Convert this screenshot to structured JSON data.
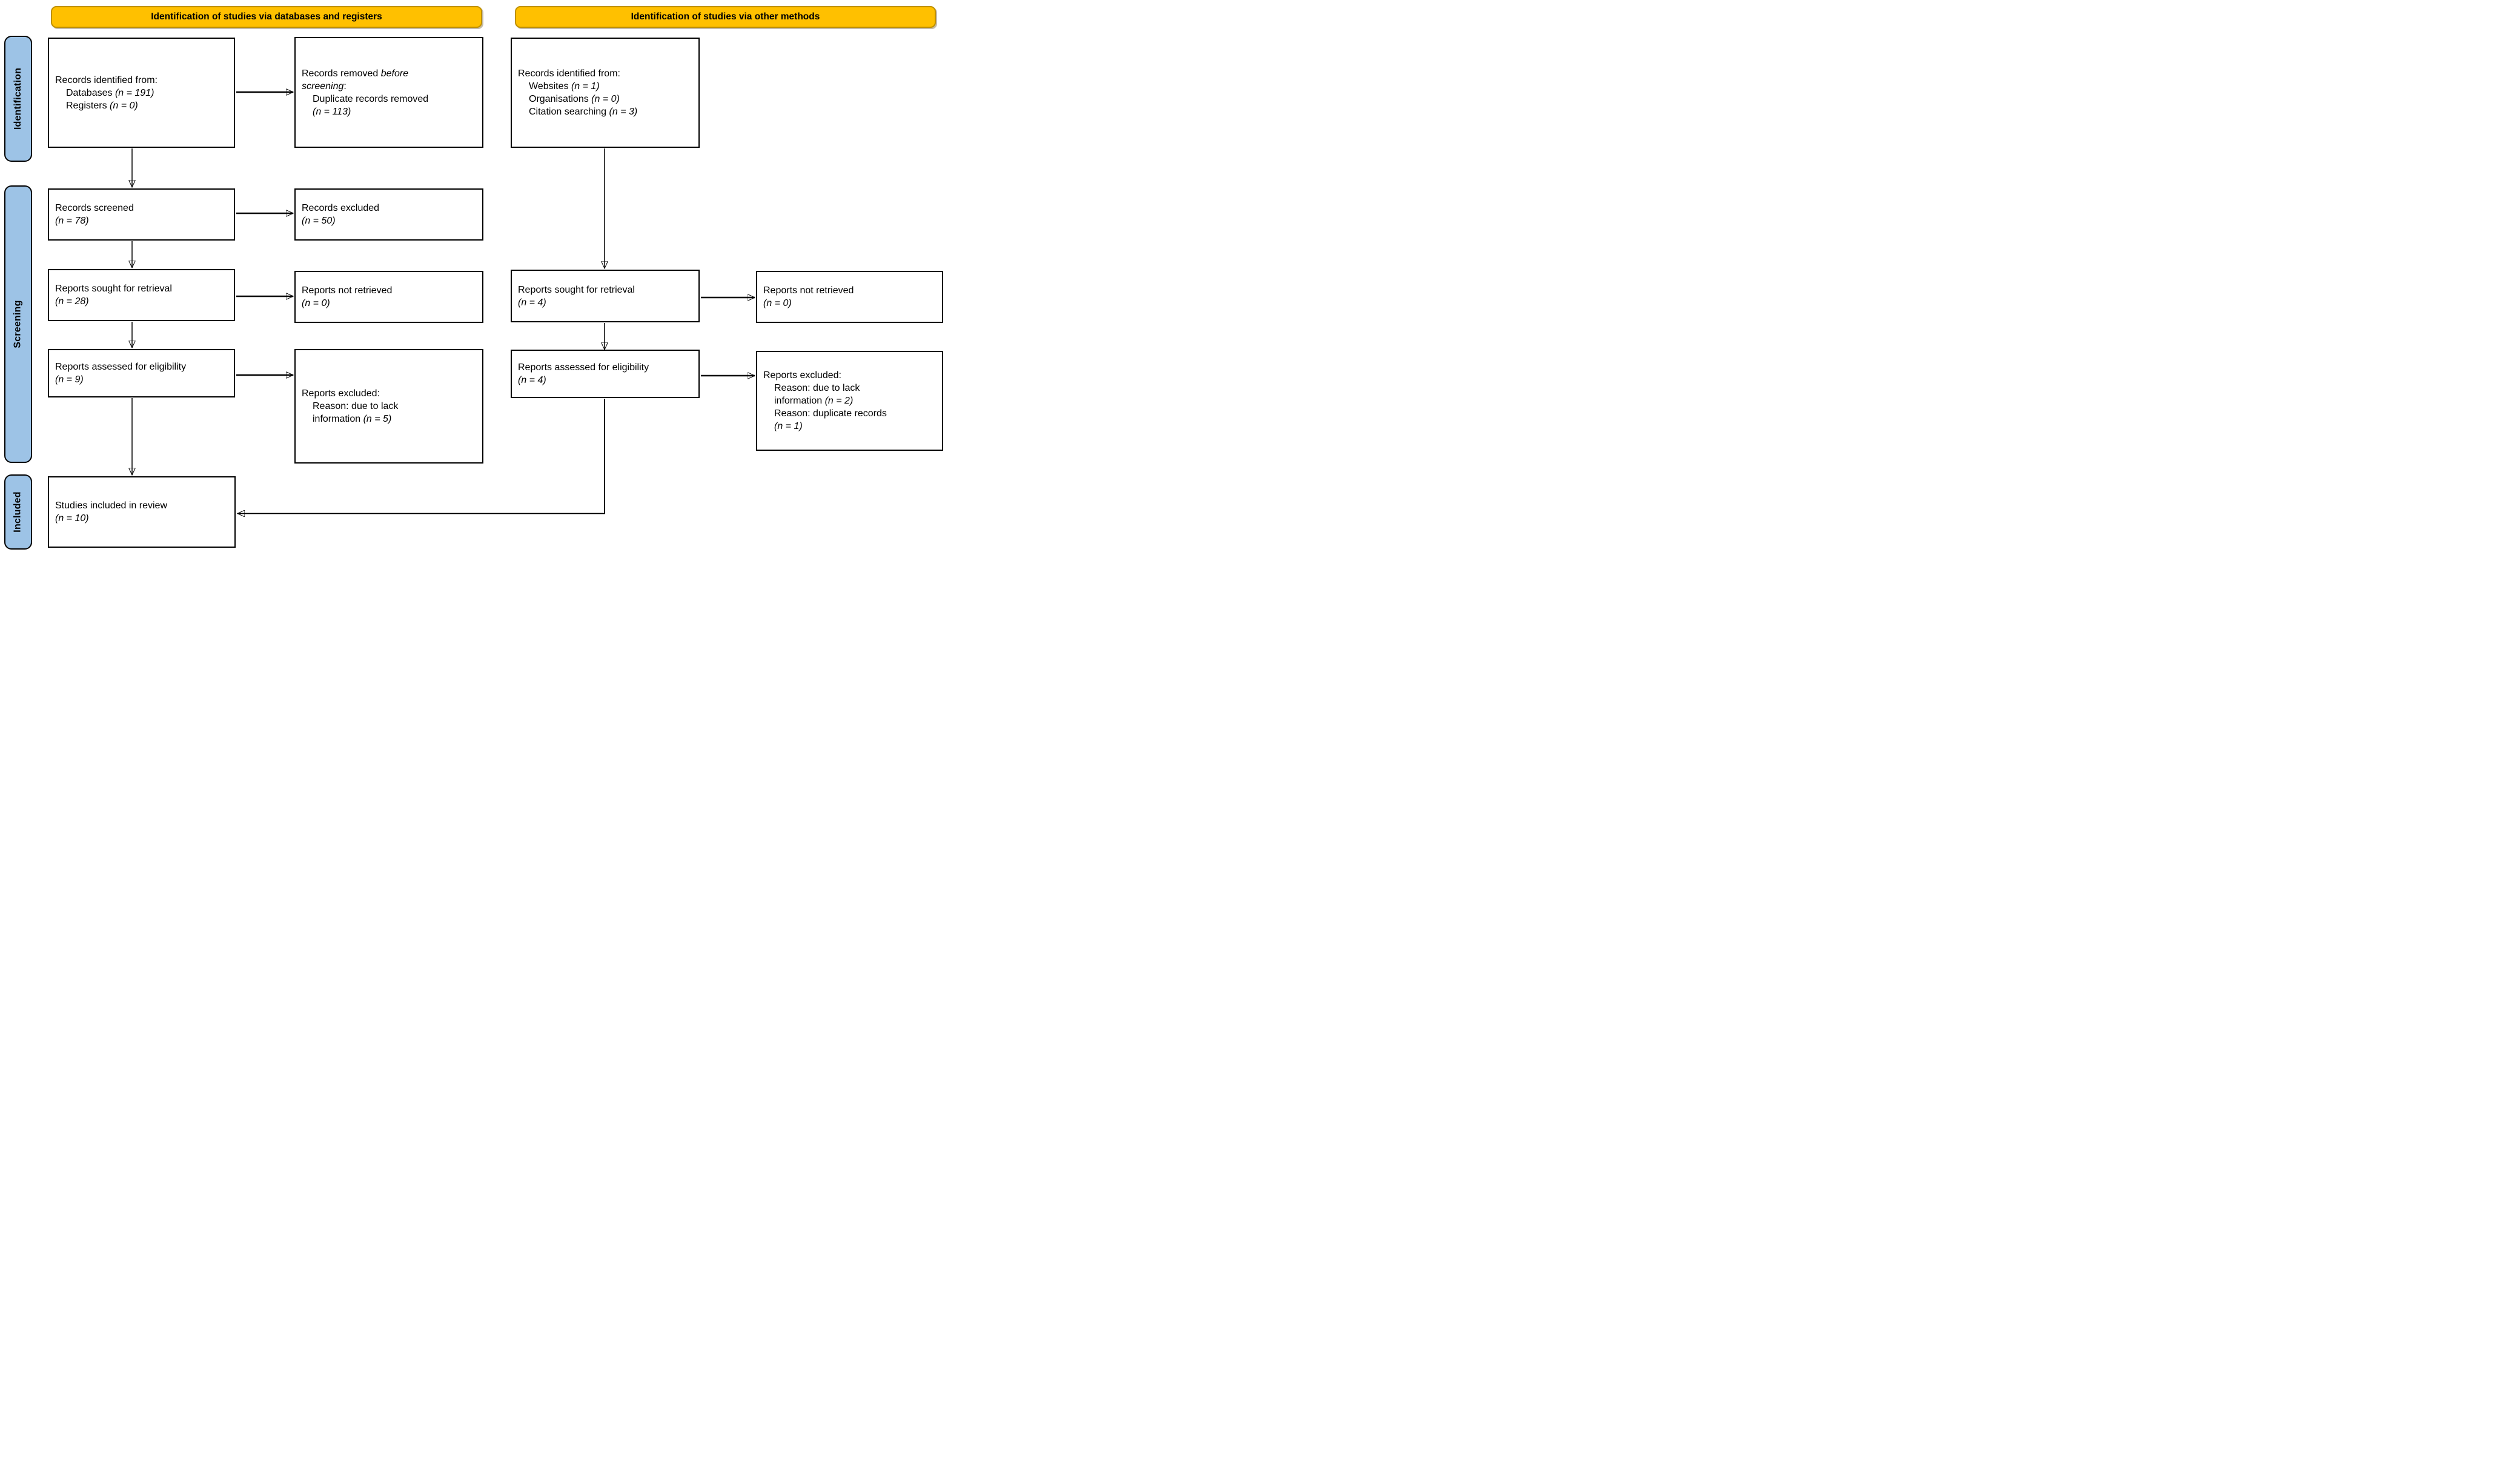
{
  "banners": {
    "left": "Identification of studies via databases and registers",
    "right": "Identification of studies via other methods"
  },
  "stages": [
    {
      "id": "identification",
      "label": "Identification"
    },
    {
      "id": "screening",
      "label": "Screening"
    },
    {
      "id": "included",
      "label": "Included"
    }
  ],
  "colors": {
    "banner_fill": "#FFC000",
    "banner_border": "#BF9000",
    "stage_fill": "#9DC3E6",
    "stage_border": "#000000",
    "box_border": "#000000",
    "arrow": "#000000",
    "text": "#000000",
    "background": "#ffffff"
  },
  "boxes": [
    {
      "id": "records-identified-db",
      "lines": [
        {
          "segs": [
            {
              "t": "Records identified from:"
            }
          ]
        },
        {
          "indent": true,
          "segs": [
            {
              "t": "Databases "
            },
            {
              "t": "(n = 191)",
              "i": true
            }
          ]
        },
        {
          "indent": true,
          "segs": [
            {
              "t": "Registers "
            },
            {
              "t": "(n = 0)",
              "i": true
            }
          ]
        }
      ]
    },
    {
      "id": "records-removed",
      "lines": [
        {
          "segs": [
            {
              "t": "Records removed "
            },
            {
              "t": "before",
              "i": true
            }
          ]
        },
        {
          "segs": [
            {
              "t": "screening",
              "i": true
            },
            {
              "t": ":"
            }
          ]
        },
        {
          "indent": true,
          "segs": [
            {
              "t": "Duplicate records removed"
            }
          ]
        },
        {
          "indent": true,
          "segs": [
            {
              "t": "(n = 113)",
              "i": true
            }
          ]
        }
      ]
    },
    {
      "id": "records-identified-other",
      "lines": [
        {
          "segs": [
            {
              "t": "Records identified from:"
            }
          ]
        },
        {
          "indent": true,
          "segs": [
            {
              "t": "Websites "
            },
            {
              "t": "(n = 1)",
              "i": true
            }
          ]
        },
        {
          "indent": true,
          "segs": [
            {
              "t": "Organisations "
            },
            {
              "t": "(n = 0)",
              "i": true
            }
          ]
        },
        {
          "indent": true,
          "segs": [
            {
              "t": "Citation searching "
            },
            {
              "t": "(n = 3)",
              "i": true
            }
          ]
        }
      ]
    },
    {
      "id": "records-screened",
      "lines": [
        {
          "segs": [
            {
              "t": "Records screened"
            }
          ]
        },
        {
          "segs": [
            {
              "t": "(n = 78)",
              "i": true
            }
          ]
        }
      ]
    },
    {
      "id": "records-excluded",
      "lines": [
        {
          "segs": [
            {
              "t": "Records excluded"
            }
          ]
        },
        {
          "segs": [
            {
              "t": "(n = 50)",
              "i": true
            }
          ]
        }
      ]
    },
    {
      "id": "reports-sought-db",
      "lines": [
        {
          "segs": [
            {
              "t": "Reports sought for retrieval"
            }
          ]
        },
        {
          "segs": [
            {
              "t": "(n = 28)",
              "i": true
            }
          ]
        }
      ]
    },
    {
      "id": "reports-not-retrieved-db",
      "lines": [
        {
          "segs": [
            {
              "t": "Reports not retrieved"
            }
          ]
        },
        {
          "segs": [
            {
              "t": "(n = 0)",
              "i": true
            }
          ]
        }
      ]
    },
    {
      "id": "reports-sought-other",
      "lines": [
        {
          "segs": [
            {
              "t": "Reports sought for retrieval"
            }
          ]
        },
        {
          "segs": [
            {
              "t": "(n = 4)",
              "i": true
            }
          ]
        }
      ]
    },
    {
      "id": "reports-not-retrieved-other",
      "lines": [
        {
          "segs": [
            {
              "t": "Reports not retrieved"
            }
          ]
        },
        {
          "segs": [
            {
              "t": "(n = 0)",
              "i": true
            }
          ]
        }
      ]
    },
    {
      "id": "reports-assessed-db",
      "lines": [
        {
          "segs": [
            {
              "t": "Reports assessed for eligibility"
            }
          ]
        },
        {
          "segs": [
            {
              "t": "(n = 9)",
              "i": true
            }
          ]
        }
      ]
    },
    {
      "id": "reports-excluded-db",
      "lines": [
        {
          "segs": [
            {
              "t": "Reports excluded:"
            }
          ]
        },
        {
          "indent": true,
          "segs": [
            {
              "t": "Reason: due to lack"
            }
          ]
        },
        {
          "indent": true,
          "segs": [
            {
              "t": "information "
            },
            {
              "t": "(n = 5)",
              "i": true
            }
          ]
        }
      ]
    },
    {
      "id": "reports-assessed-other",
      "lines": [
        {
          "segs": [
            {
              "t": "Reports assessed for eligibility"
            }
          ]
        },
        {
          "segs": [
            {
              "t": "(n = 4)",
              "i": true
            }
          ]
        }
      ]
    },
    {
      "id": "reports-excluded-other",
      "lines": [
        {
          "segs": [
            {
              "t": "Reports excluded:"
            }
          ]
        },
        {
          "indent": true,
          "segs": [
            {
              "t": "Reason: due to lack"
            }
          ]
        },
        {
          "indent": true,
          "segs": [
            {
              "t": "information "
            },
            {
              "t": "(n = 2)",
              "i": true
            }
          ]
        },
        {
          "indent": true,
          "segs": [
            {
              "t": "Reason: duplicate records"
            }
          ]
        },
        {
          "indent": true,
          "segs": [
            {
              "t": "(n = 1)",
              "i": true
            }
          ]
        }
      ]
    },
    {
      "id": "studies-included",
      "lines": [
        {
          "segs": [
            {
              "t": "Studies included in review"
            }
          ]
        },
        {
          "segs": [
            {
              "t": "(n = 10)",
              "i": true
            }
          ]
        }
      ]
    }
  ]
}
